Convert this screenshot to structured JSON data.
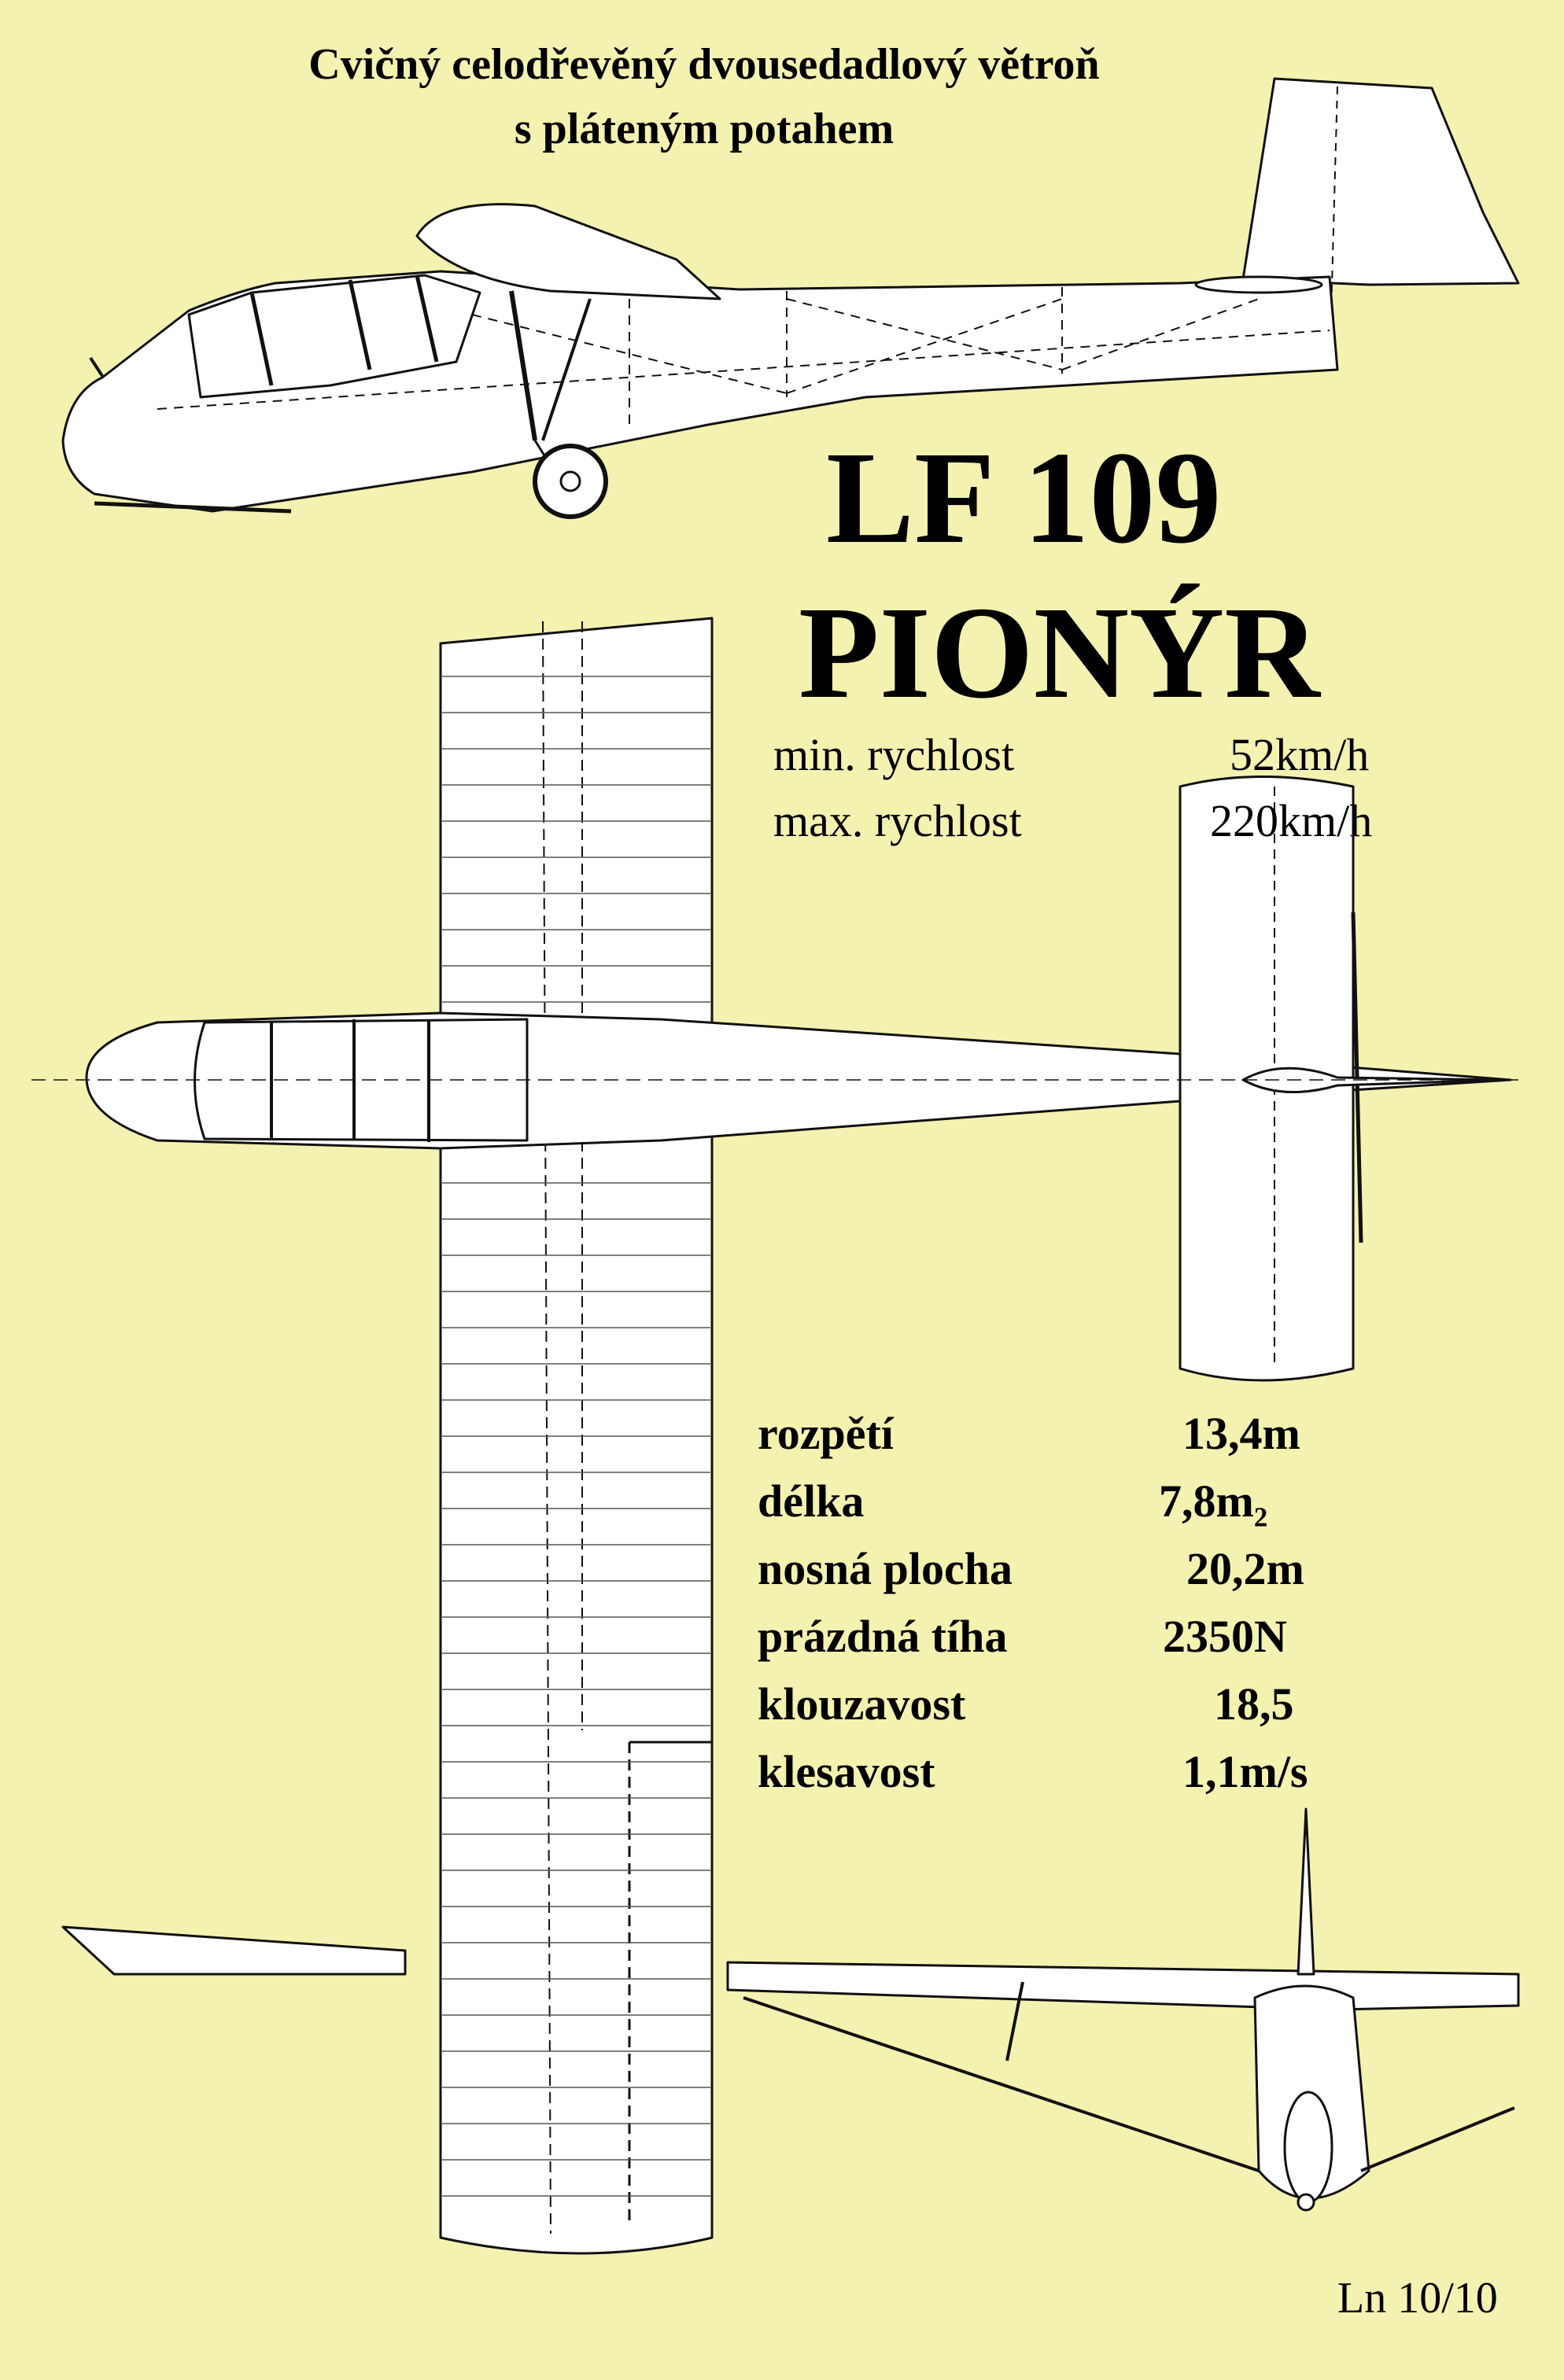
{
  "header": {
    "subtitle_line1": "Cvičný celodřevěný dvousedadlový větroň",
    "subtitle_line2": "s pláteným potahem"
  },
  "title": {
    "model": "LF  109",
    "name": "PIONÝR"
  },
  "speeds": [
    {
      "label": "min. rychlost",
      "value": "52km/h"
    },
    {
      "label": "max. rychlost",
      "value": "220km/h"
    }
  ],
  "specs": [
    {
      "label": "rozpětí",
      "value": "13,4m"
    },
    {
      "label": "délka",
      "value": "7,8m",
      "sub": "2"
    },
    {
      "label": "nosná plocha",
      "value": "20,2m"
    },
    {
      "label": "prázdná tíha",
      "value": "2350N"
    },
    {
      "label": "klouzavost",
      "value": "18,5"
    },
    {
      "label": "klesavost",
      "value": "1,1m/s"
    }
  ],
  "footer": {
    "sheet_ref": "Ln 10/10"
  },
  "colors": {
    "background": "#f4f2b0",
    "paper": "#ffffff",
    "line": "#111111"
  }
}
